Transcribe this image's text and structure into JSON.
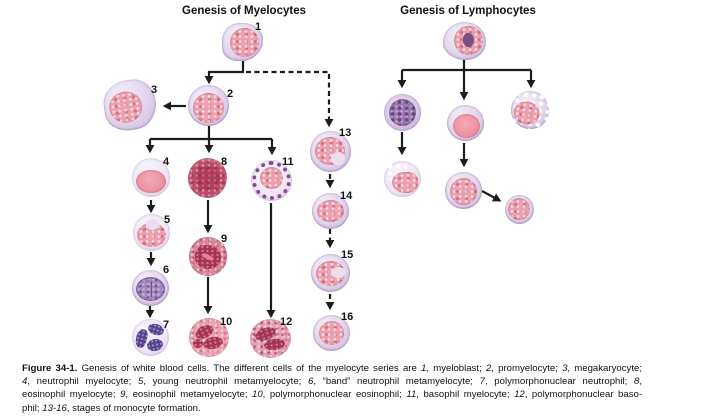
{
  "titles": {
    "myelocytes": "Genesis of Myelocytes",
    "lymphocytes": "Genesis of Lymphocytes"
  },
  "cell_numbers": {
    "c1": "1",
    "c2": "2",
    "c3": "3",
    "c4": "4",
    "c5": "5",
    "c6": "6",
    "c7": "7",
    "c8": "8",
    "c9": "9",
    "c10": "10",
    "c11": "11",
    "c12": "12",
    "c13": "13",
    "c14": "14",
    "c15": "15",
    "c16": "16"
  },
  "caption": {
    "lines": [
      [
        {
          "t": "Figure 34-1.",
          "s": "bold"
        },
        {
          "t": " Genesis of white blood cells. The different cells of the myelocyte series are ",
          "s": ""
        },
        {
          "t": "1",
          "s": "italic"
        },
        {
          "t": ", myeloblast; ",
          "s": ""
        },
        {
          "t": "2",
          "s": "italic"
        },
        {
          "t": ", promyelocyte; ",
          "s": ""
        },
        {
          "t": "3",
          "s": "italic"
        },
        {
          "t": ", megakaryocyte;",
          "s": ""
        }
      ],
      [
        {
          "t": "4",
          "s": "italic"
        },
        {
          "t": ", neutrophil myelocyte; ",
          "s": ""
        },
        {
          "t": "5",
          "s": "italic"
        },
        {
          "t": ", young neutrophil metamyelocyte; ",
          "s": ""
        },
        {
          "t": "6",
          "s": "italic"
        },
        {
          "t": ", “band” neutrophil metamyelocyte; ",
          "s": ""
        },
        {
          "t": "7",
          "s": "italic"
        },
        {
          "t": ", polymorphonuclear neutrophil; ",
          "s": ""
        },
        {
          "t": "8",
          "s": "italic"
        },
        {
          "t": ",",
          "s": ""
        }
      ],
      [
        {
          "t": "eosinophil myelocyte; ",
          "s": ""
        },
        {
          "t": "9",
          "s": "italic"
        },
        {
          "t": ", eosinophil metamyelocyte; ",
          "s": ""
        },
        {
          "t": "10",
          "s": "italic"
        },
        {
          "t": ", polymorphonuclear eosinophil; ",
          "s": ""
        },
        {
          "t": "11",
          "s": "italic"
        },
        {
          "t": ", basophil myelocyte; ",
          "s": ""
        },
        {
          "t": "12",
          "s": "italic"
        },
        {
          "t": ", polymorphonuclear baso-",
          "s": ""
        }
      ],
      [
        {
          "t": "phil; ",
          "s": ""
        },
        {
          "t": "13-16",
          "s": "italic"
        },
        {
          "t": ", stages of monocyte formation.",
          "s": ""
        }
      ]
    ]
  },
  "colors": {
    "page": "#ffffff",
    "text": "#111111",
    "arrow": "#1c1c1c",
    "cytoplasm": "#ddd1e7",
    "nucleus-pink": "#ec9fae",
    "eosinophil": "#bc4a68",
    "eos-lobe": "#a93253",
    "baso-granule": "#8a4a90",
    "neutrophil-nucleus": "#54418f",
    "lymph-nucleus": "#9d77af",
    "lymph-dark": "#7a4f86"
  }
}
